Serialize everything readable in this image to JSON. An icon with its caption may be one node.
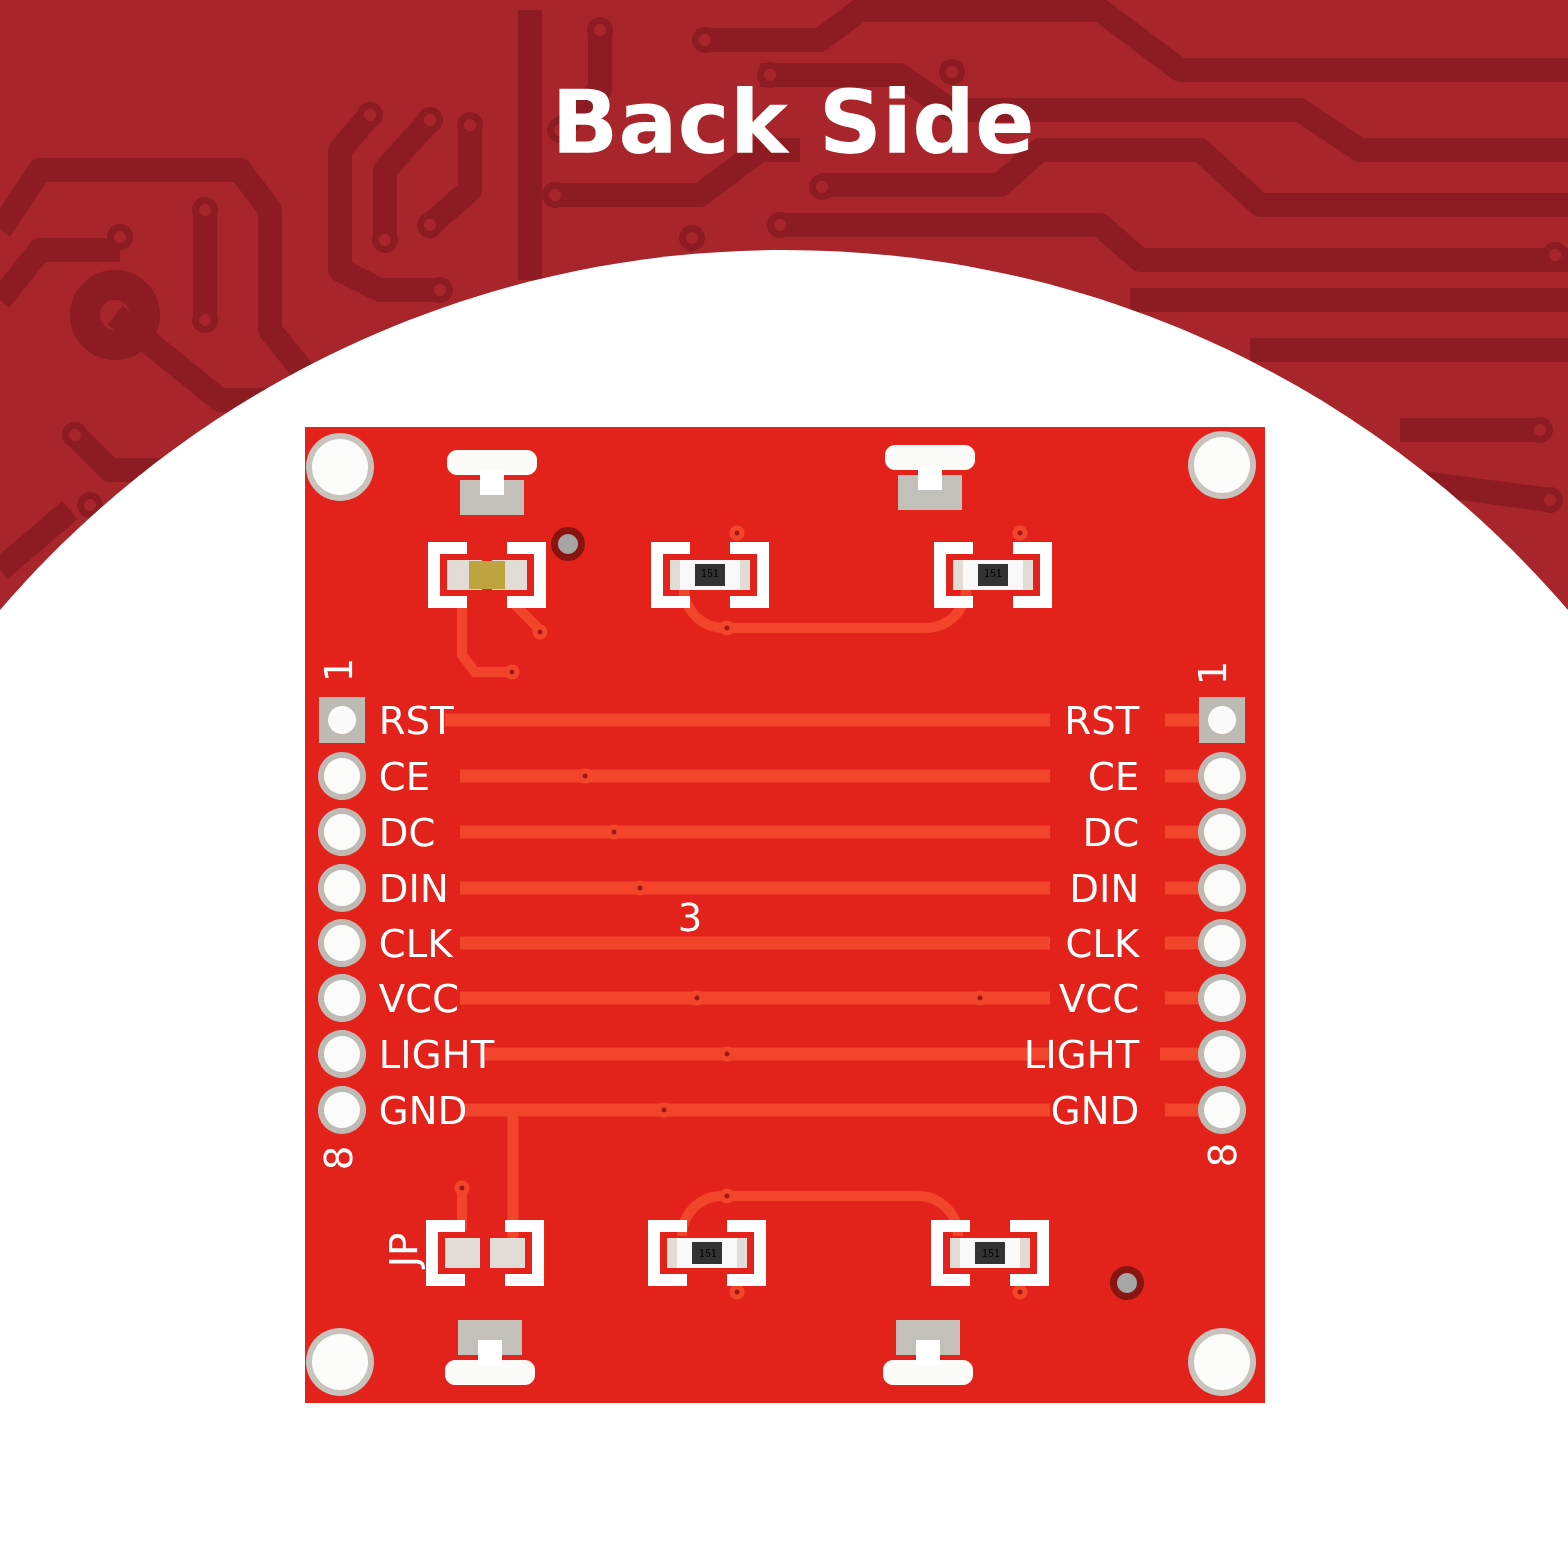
{
  "diagram": {
    "title": "Back Side",
    "labels": [
      "151",
      "151",
      "1",
      "1",
      "RST",
      "RST",
      "CE",
      "CE",
      "DC",
      "DC",
      "DIN",
      "DIN",
      "3",
      "CLK",
      "CLK",
      "VCC",
      "VCC",
      "LIGHT",
      "LIGHT",
      "GND",
      "GND",
      "8",
      "8",
      "JP",
      "151",
      "151"
    ]
  }
}
